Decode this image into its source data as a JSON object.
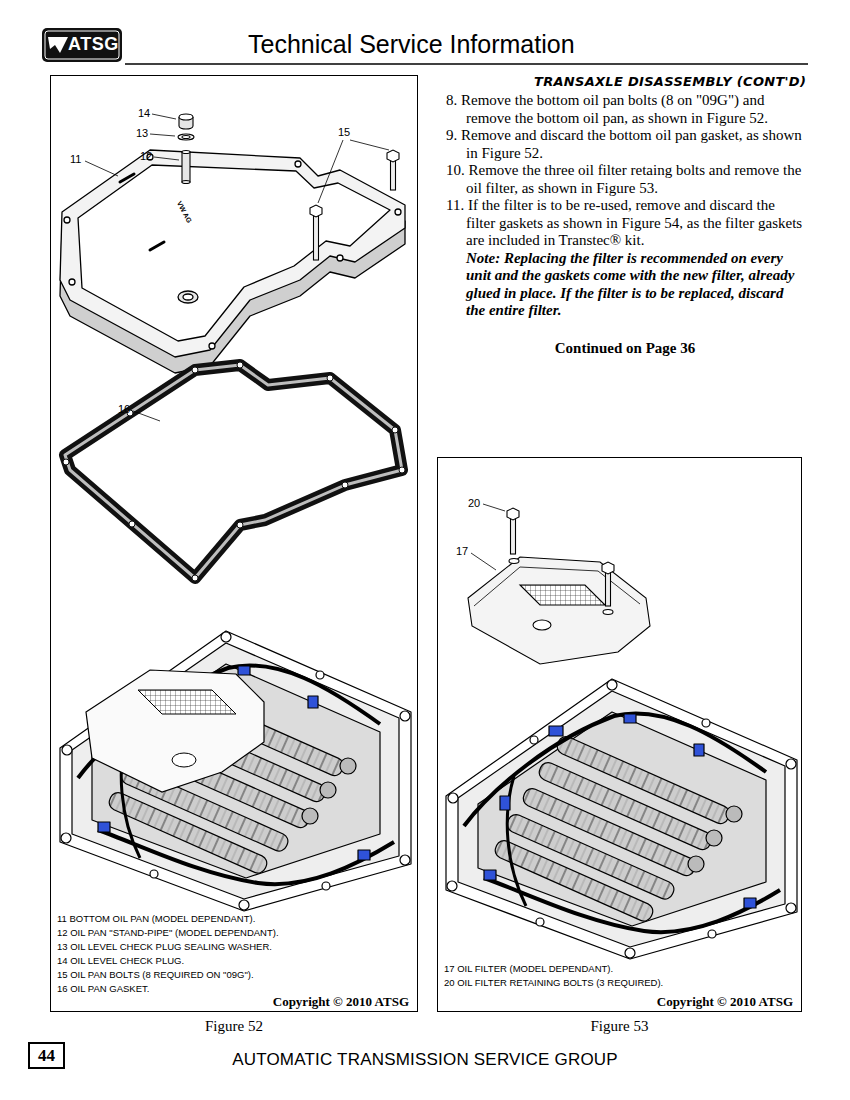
{
  "diagram": {
    "title": "Technical Service Information",
    "nodes": [
      {
        "text": [
          "ATSG"
        ]
      },
      {
        "text": [
          "11 BOTTOM OIL PAN (MODEL DEPENDANT).",
          "12 OIL PAN \"STAND-PIPE\" (MODEL DEPENDANT).",
          "13 OIL LEVEL CHECK PLUG SEALING WASHER.",
          "14 OIL LEVEL CHECK PLUG.",
          "15 OIL PAN BOLTS (8 REQUIRED ON \"09G\").",
          "16 OIL PAN GASKET.",
          "Copyright © 2010 ATSG",
          "Figure 52"
        ]
      },
      {
        "text": [
          "17 OIL FILTER (MODEL DEPENDANT).",
          "20 OIL FILTER RETAINING BOLTS (3 REQUIRED).",
          "Copyright © 2010 ATSG",
          "Figure 53"
        ]
      },
      {
        "text": [
          "44"
        ]
      }
    ],
    "labels": [
      "TRANSAXLE DISASSEMBLY (CONT'D)",
      "8. Remove the bottom oil pan bolts (8 on \"09G\") and remove the bottom oil pan, as shown in Figure 52.",
      "9. Remove and discard the bottom oil pan gasket, as shown in Figure 52.",
      "10. Remove the three oil filter retaing bolts and remove the oil filter, as shown in Figure 53.",
      "11. If the filter is to be re-used, remove and discard the filter gaskets as shown in Figure 54, as the filter gaskets are included in Transtec® kit.",
      "Note: Replacing the filter is recommended on every unit and the gaskets come with the new filter, already glued in place. If the filter is to be replaced, discard the entire filter.",
      "Continued on Page 36",
      "14",
      "13",
      "15",
      "12",
      "11",
      "VW AG",
      "16",
      "20",
      "17",
      "AUTOMATIC TRANSMISSION SERVICE GROUP"
    ]
  }
}
